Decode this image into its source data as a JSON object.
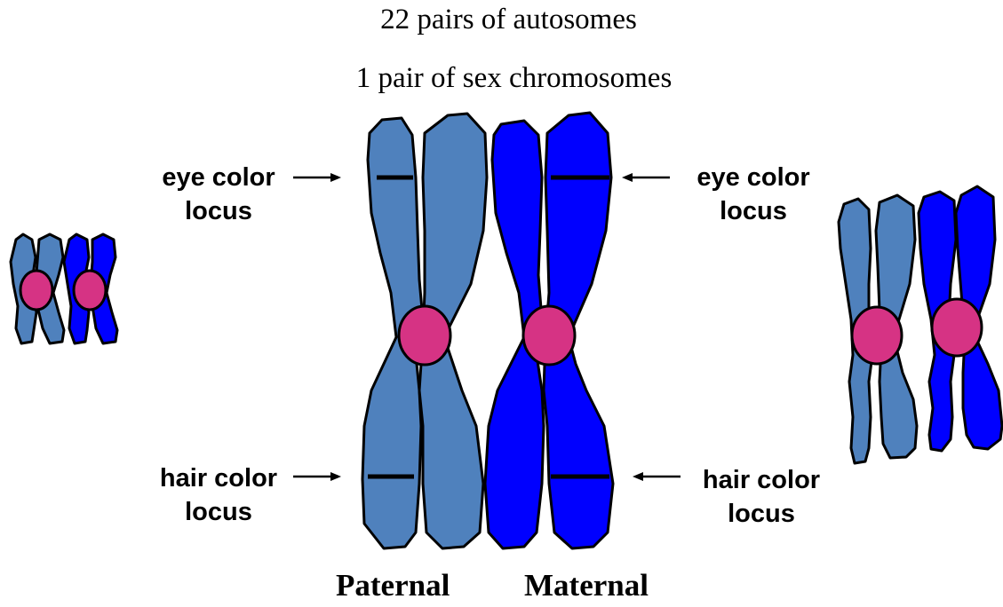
{
  "titles": {
    "autosomes": "22 pairs of autosomes",
    "sex_chromosomes": "1 pair of sex chromosomes"
  },
  "loci": {
    "eye_label_line1": "eye color",
    "eye_label_line2": "locus",
    "hair_label_line1": "hair color",
    "hair_label_line2": "locus"
  },
  "bottom_labels": {
    "paternal": "Paternal",
    "maternal": "Maternal"
  },
  "colors": {
    "paternal": "#4f81bd",
    "maternal": "#0000ff",
    "centromere": "#d63384",
    "outline": "#000000"
  }
}
